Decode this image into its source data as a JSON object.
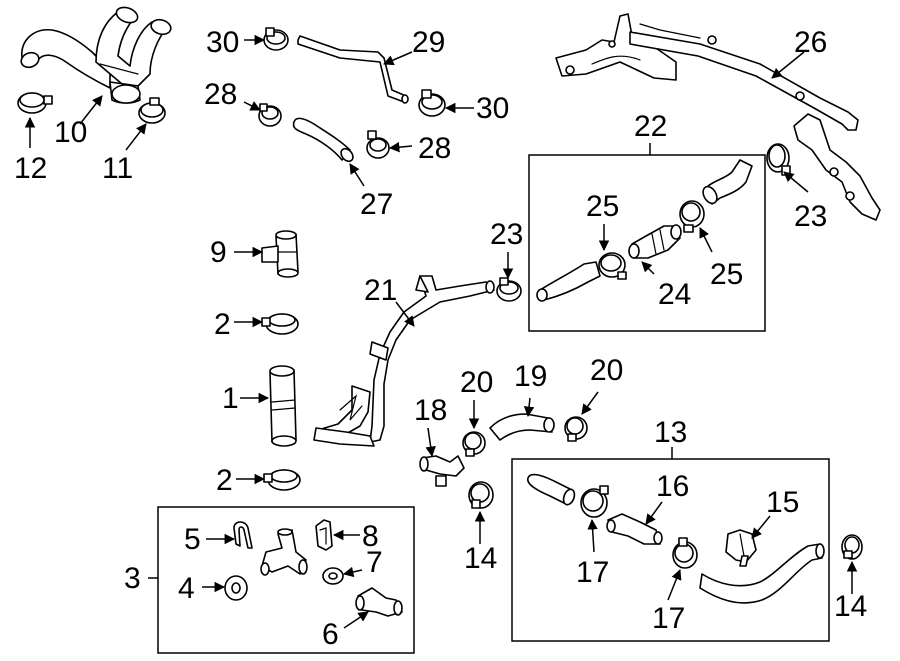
{
  "callouts": {
    "c1": "1",
    "c2a": "2",
    "c2b": "2",
    "c3": "3",
    "c4": "4",
    "c5": "5",
    "c6": "6",
    "c7": "7",
    "c8": "8",
    "c9": "9",
    "c10": "10",
    "c11": "11",
    "c12": "12",
    "c13": "13",
    "c14a": "14",
    "c14b": "14",
    "c15": "15",
    "c16": "16",
    "c17a": "17",
    "c17b": "17",
    "c18": "18",
    "c19": "19",
    "c20a": "20",
    "c20b": "20",
    "c21": "21",
    "c22": "22",
    "c23a": "23",
    "c23b": "23",
    "c24": "24",
    "c25a": "25",
    "c25b": "25",
    "c26": "26",
    "c27": "27",
    "c28a": "28",
    "c28b": "28",
    "c29": "29",
    "c30a": "30",
    "c30b": "30"
  },
  "colors": {
    "line": "#000000",
    "background": "#ffffff"
  }
}
